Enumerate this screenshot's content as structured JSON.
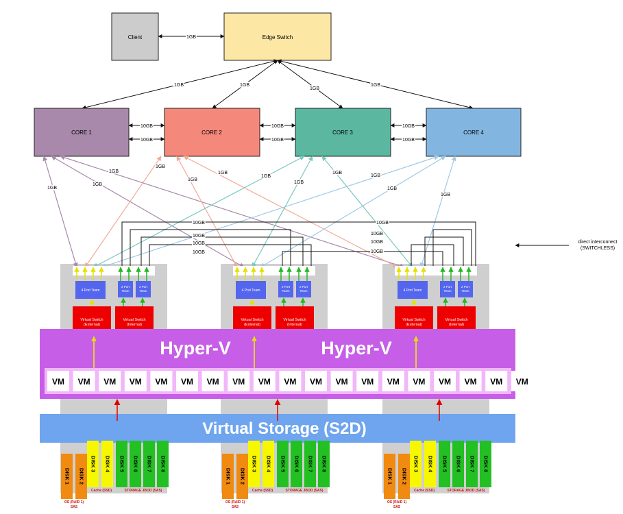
{
  "top": {
    "client": "Client",
    "edge_switch": "Edge Switch",
    "client_edge_link": "1GB"
  },
  "cores": [
    "CORE 1",
    "CORE 2",
    "CORE 3",
    "CORE 4"
  ],
  "core_colors": [
    "#a888ab",
    "#f4887a",
    "#5bb7a0",
    "#82b6e0"
  ],
  "edge_link_labels": [
    "1GB",
    "1GB",
    "1GB",
    "1GB"
  ],
  "core_interconnect_labels": [
    "10GB",
    "10GB",
    "10GB",
    "10GB",
    "10GB",
    "10GB"
  ],
  "uplink_labels": [
    "1GB",
    "1GB",
    "1GB",
    "1GB",
    "1GB",
    "1GB",
    "1GB",
    "1GB",
    "1GB",
    "1GB",
    "1GB",
    "1GB"
  ],
  "direct_links": {
    "labels": [
      "10GB",
      "10GB",
      "10GB",
      "10GB",
      "10GB",
      "10GB",
      "10GB",
      "10GB"
    ],
    "note_line1": "direct interconnect",
    "note_line2": "(SWITCHLESS)"
  },
  "host": {
    "team4_label": "4 Port Team",
    "team2_label": "2 Port Team",
    "vswitch_external": "Virtual Switch (External)",
    "vswitch_internal": "Virtual Switch (Internal)"
  },
  "hyperv_label": "Hyper-V",
  "vm_label": "VM",
  "vm_count": 19,
  "storage_label": "Virtual Storage (S2D)",
  "disks": {
    "names": [
      "DISK 1",
      "DISK 2",
      "DISK 3",
      "DISK 4",
      "DISK 5",
      "DISK 6",
      "DISK 7",
      "DISK 8"
    ],
    "os_caption_line1": "OS (RAID 1)",
    "os_caption_line2": "SAS",
    "cache_caption": "Cache (SSD)",
    "storage_caption": "STORAGE JBOD (SAS)"
  },
  "colors": {
    "client": "#cccccc",
    "edge_switch": "#fde7a5",
    "hyperv": "#c65ee8",
    "storage": "#6ea5ee",
    "vswitch": "#ee0000",
    "team": "#5566ee",
    "disk_os": "#f08a10",
    "disk_cache": "#f7f700",
    "disk_storage": "#22c022",
    "host_bg": "#cfcfcf"
  }
}
